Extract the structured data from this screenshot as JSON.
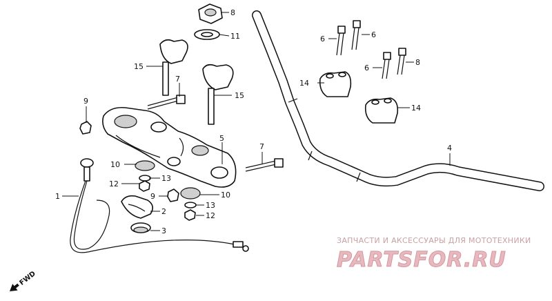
{
  "callouts": [
    {
      "id": "c8",
      "label": "8"
    },
    {
      "id": "c11",
      "label": "11"
    },
    {
      "id": "c15a",
      "label": "15"
    },
    {
      "id": "c7a",
      "label": "7"
    },
    {
      "id": "c15b",
      "label": "15"
    },
    {
      "id": "c9a",
      "label": "9"
    },
    {
      "id": "c5",
      "label": "5"
    },
    {
      "id": "c10a",
      "label": "10"
    },
    {
      "id": "c12a",
      "label": "12"
    },
    {
      "id": "c13a",
      "label": "13"
    },
    {
      "id": "c7b",
      "label": "7"
    },
    {
      "id": "c10b",
      "label": "10"
    },
    {
      "id": "c9b",
      "label": "9"
    },
    {
      "id": "c13b",
      "label": "13"
    },
    {
      "id": "c12b",
      "label": "12"
    },
    {
      "id": "c2",
      "label": "2"
    },
    {
      "id": "c3",
      "label": "3"
    },
    {
      "id": "c1",
      "label": "1"
    },
    {
      "id": "c6a",
      "label": "6"
    },
    {
      "id": "c6b",
      "label": "6"
    },
    {
      "id": "c6c",
      "label": "6"
    },
    {
      "id": "c8b",
      "label": "8"
    },
    {
      "id": "c14a",
      "label": "14"
    },
    {
      "id": "c14b",
      "label": "14"
    },
    {
      "id": "c4",
      "label": "4"
    }
  ],
  "direction_label": "FWD",
  "watermark": {
    "tagline": "ЗАПЧАСТИ И АКСЕССУАРЫ ДЛЯ МОТОТЕХНИКИ",
    "brand": "PARTSFOR.RU"
  }
}
